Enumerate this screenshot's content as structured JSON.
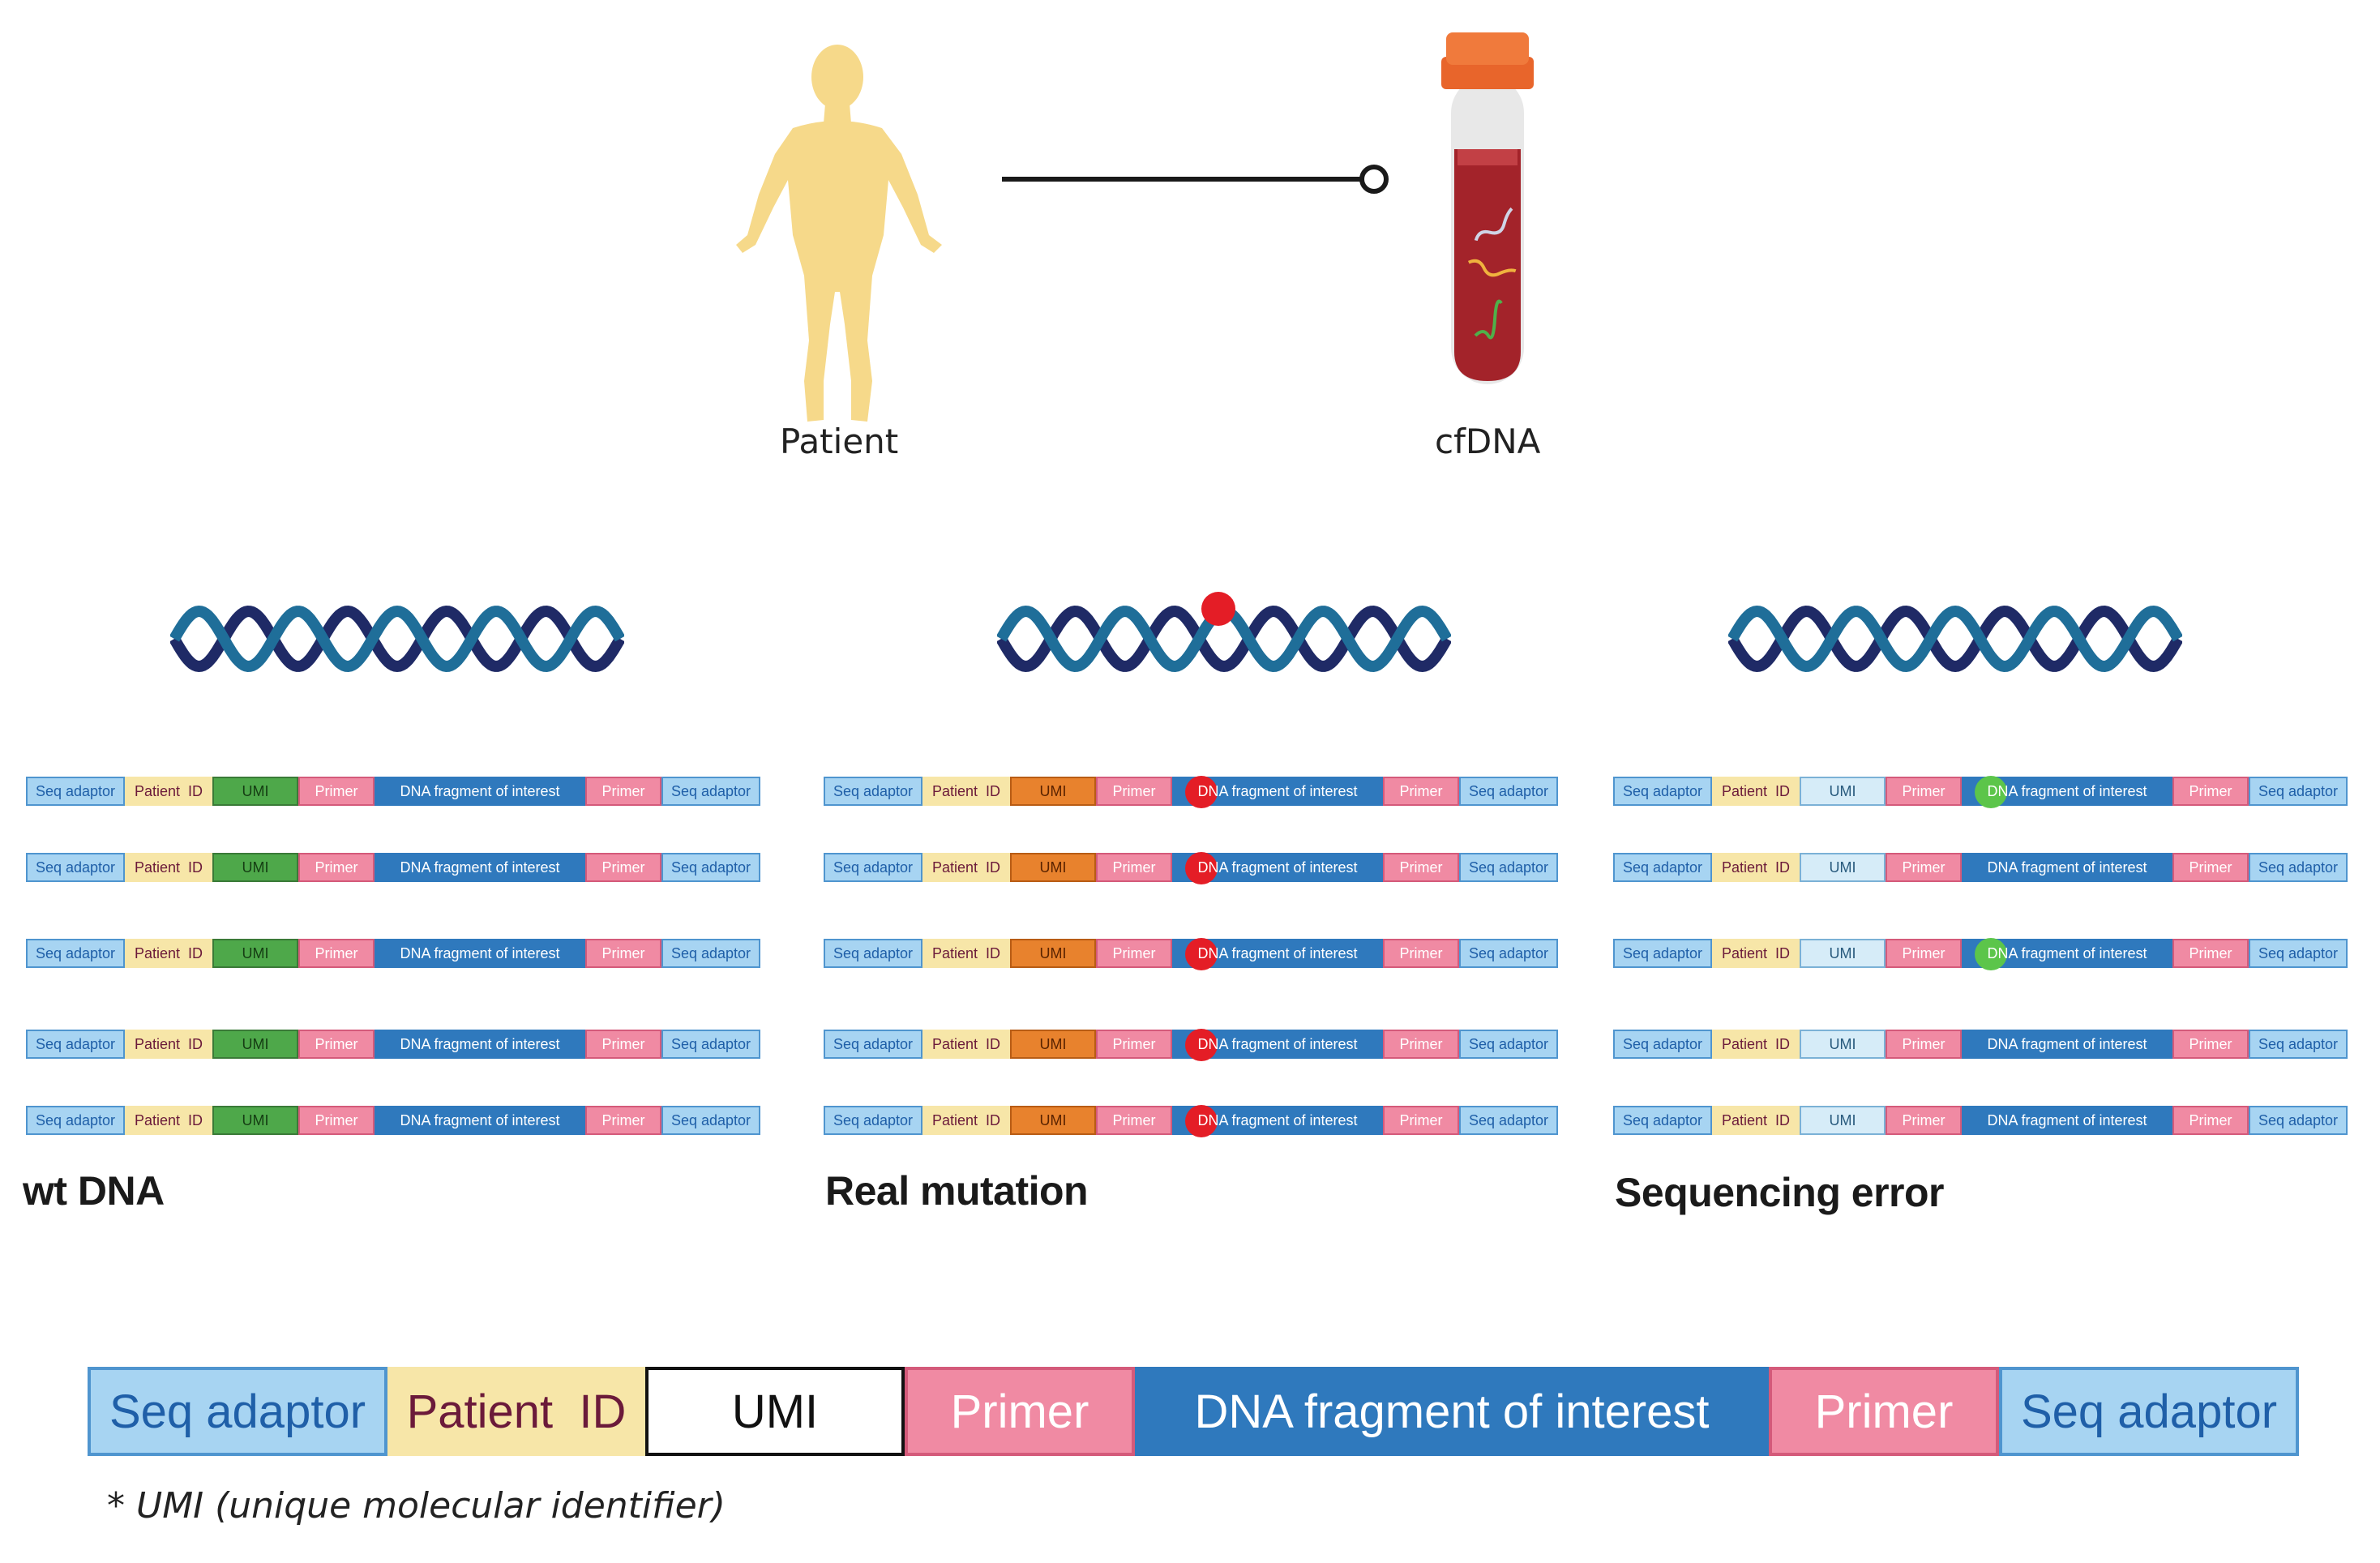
{
  "top": {
    "patient_label": "Patient",
    "tube_label": "cfDNA"
  },
  "groups": [
    {
      "title": "wt DNA",
      "umi_type": "wt",
      "marker": "none",
      "reads": [
        {
          "seq_adaptor_left": "Seq adaptor",
          "patient_id": "Patient  ID",
          "umi": "UMI",
          "primer_left": "Primer",
          "dna": "DNA fragment of interest",
          "primer_right": "Primer",
          "seq_adaptor_right": "Seq adaptor",
          "marked": false
        },
        {
          "seq_adaptor_left": "Seq adaptor",
          "patient_id": "Patient  ID",
          "umi": "UMI",
          "primer_left": "Primer",
          "dna": "DNA fragment of interest",
          "primer_right": "Primer",
          "seq_adaptor_right": "Seq adaptor",
          "marked": false
        },
        {
          "seq_adaptor_left": "Seq adaptor",
          "patient_id": "Patient  ID",
          "umi": "UMI",
          "primer_left": "Primer",
          "dna": "DNA fragment of interest",
          "primer_right": "Primer",
          "seq_adaptor_right": "Seq adaptor",
          "marked": false
        },
        {
          "seq_adaptor_left": "Seq adaptor",
          "patient_id": "Patient  ID",
          "umi": "UMI",
          "primer_left": "Primer",
          "dna": "DNA fragment of interest",
          "primer_right": "Primer",
          "seq_adaptor_right": "Seq adaptor",
          "marked": false
        },
        {
          "seq_adaptor_left": "Seq adaptor",
          "patient_id": "Patient  ID",
          "umi": "UMI",
          "primer_left": "Primer",
          "dna": "DNA fragment of interest",
          "primer_right": "Primer",
          "seq_adaptor_right": "Seq adaptor",
          "marked": false
        }
      ]
    },
    {
      "title": "Real mutation",
      "umi_type": "mut",
      "marker": "red",
      "reads": [
        {
          "seq_adaptor_left": "Seq adaptor",
          "patient_id": "Patient  ID",
          "umi": "UMI",
          "primer_left": "Primer",
          "dna": "DNA fragment of interest",
          "primer_right": "Primer",
          "seq_adaptor_right": "Seq adaptor",
          "marked": true
        },
        {
          "seq_adaptor_left": "Seq adaptor",
          "patient_id": "Patient  ID",
          "umi": "UMI",
          "primer_left": "Primer",
          "dna": "DNA fragment of interest",
          "primer_right": "Primer",
          "seq_adaptor_right": "Seq adaptor",
          "marked": true
        },
        {
          "seq_adaptor_left": "Seq adaptor",
          "patient_id": "Patient  ID",
          "umi": "UMI",
          "primer_left": "Primer",
          "dna": "DNA fragment of interest",
          "primer_right": "Primer",
          "seq_adaptor_right": "Seq adaptor",
          "marked": true
        },
        {
          "seq_adaptor_left": "Seq adaptor",
          "patient_id": "Patient  ID",
          "umi": "UMI",
          "primer_left": "Primer",
          "dna": "DNA fragment of interest",
          "primer_right": "Primer",
          "seq_adaptor_right": "Seq adaptor",
          "marked": true
        },
        {
          "seq_adaptor_left": "Seq adaptor",
          "patient_id": "Patient  ID",
          "umi": "UMI",
          "primer_left": "Primer",
          "dna": "DNA fragment of interest",
          "primer_right": "Primer",
          "seq_adaptor_right": "Seq adaptor",
          "marked": true
        }
      ]
    },
    {
      "title": "Sequencing error",
      "umi_type": "err",
      "marker": "green",
      "reads": [
        {
          "seq_adaptor_left": "Seq adaptor",
          "patient_id": "Patient  ID",
          "umi": "UMI",
          "primer_left": "Primer",
          "dna": "DNA fragment of interest",
          "primer_right": "Primer",
          "seq_adaptor_right": "Seq adaptor",
          "marked": true
        },
        {
          "seq_adaptor_left": "Seq adaptor",
          "patient_id": "Patient  ID",
          "umi": "UMI",
          "primer_left": "Primer",
          "dna": "DNA fragment of interest",
          "primer_right": "Primer",
          "seq_adaptor_right": "Seq adaptor",
          "marked": false
        },
        {
          "seq_adaptor_left": "Seq adaptor",
          "patient_id": "Patient  ID",
          "umi": "UMI",
          "primer_left": "Primer",
          "dna": "DNA fragment of interest",
          "primer_right": "Primer",
          "seq_adaptor_right": "Seq adaptor",
          "marked": true
        },
        {
          "seq_adaptor_left": "Seq adaptor",
          "patient_id": "Patient  ID",
          "umi": "UMI",
          "primer_left": "Primer",
          "dna": "DNA fragment of interest",
          "primer_right": "Primer",
          "seq_adaptor_right": "Seq adaptor",
          "marked": false
        },
        {
          "seq_adaptor_left": "Seq adaptor",
          "patient_id": "Patient  ID",
          "umi": "UMI",
          "primer_left": "Primer",
          "dna": "DNA fragment of interest",
          "primer_right": "Primer",
          "seq_adaptor_right": "Seq adaptor",
          "marked": false
        }
      ]
    }
  ],
  "legend": {
    "seq_adaptor_left": "Seq adaptor",
    "patient_id": "Patient  ID",
    "umi": "UMI",
    "primer_left": "Primer",
    "dna": "DNA fragment of interest",
    "primer_right": "Primer",
    "seq_adaptor_right": "Seq adaptor"
  },
  "footnote": "* UMI (unique molecular identifier)",
  "colors": {
    "helix_strand_a": "#1f6e99",
    "helix_strand_b": "#1f2a66",
    "mutation": "#e41d26",
    "seq_error": "#5cc54a",
    "figure": "#f6d98a"
  }
}
